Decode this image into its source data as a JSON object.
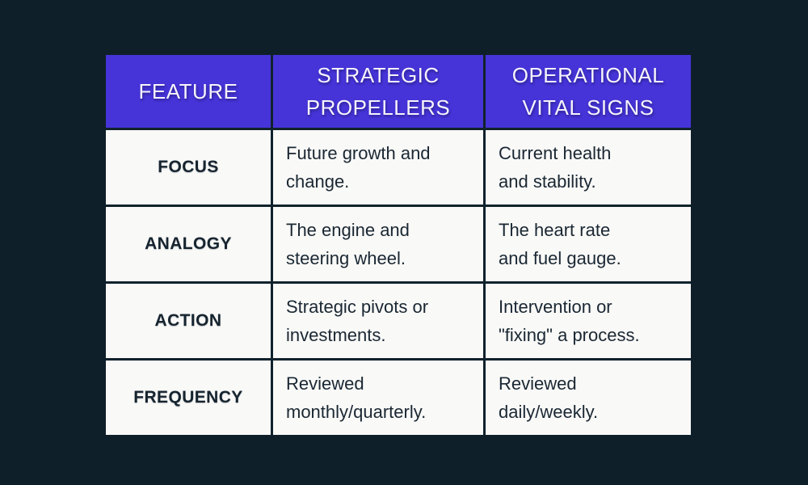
{
  "colors": {
    "page_background": "#0f1f29",
    "header_background": "#4634d9",
    "cell_background": "#f9f9f7",
    "grid_line": "#10222c",
    "header_text": "#f6f3fb",
    "body_text": "#1a2733"
  },
  "table": {
    "columns": [
      "FEATURE",
      "STRATEGIC\nPROPELLERS",
      "OPERATIONAL\nVITAL SIGNS"
    ],
    "rows": [
      {
        "feature": "FOCUS",
        "strategic": "Future growth and\nchange.",
        "operational": "Current health\nand stability."
      },
      {
        "feature": "ANALOGY",
        "strategic": "The engine and\nsteering wheel.",
        "operational": "The heart rate\nand fuel gauge."
      },
      {
        "feature": "ACTION",
        "strategic": "Strategic pivots or\ninvestments.",
        "operational": "Intervention or\n\"fixing\" a process."
      },
      {
        "feature": "FREQUENCY",
        "strategic": "Reviewed\nmonthly/quarterly.",
        "operational": "Reviewed\ndaily/weekly."
      }
    ]
  }
}
